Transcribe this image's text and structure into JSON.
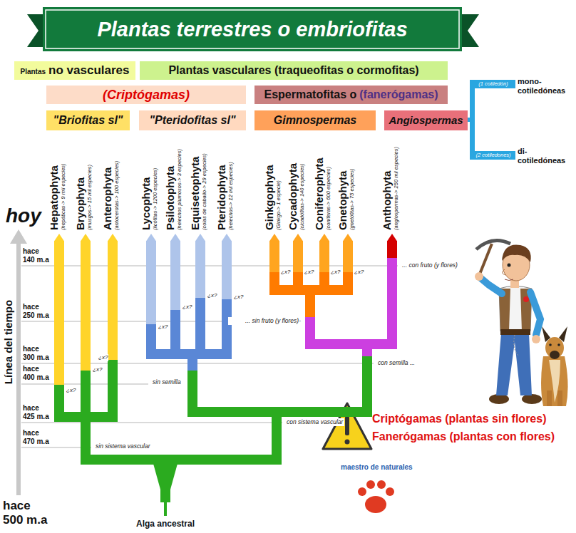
{
  "diagram": {
    "title": "Plantas terrestres o embriofitas",
    "nodes": [
      {
        "text": [
          "Plantas",
          "no vasculares"
        ]
      },
      {
        "text": [
          "Plantas vasculares (traqueofitas o cormofitas)"
        ]
      },
      {
        "text": [
          "(Criptógamas)"
        ]
      },
      {
        "text": [
          "Espermatofitas o",
          "(fanerógamas)"
        ]
      },
      {
        "text": [
          "\"Briofitas sl\""
        ]
      },
      {
        "text": [
          "\"Pteridofitas sl\""
        ]
      },
      {
        "text": [
          "Gimnospermas"
        ]
      },
      {
        "text": [
          "Angiospermas"
        ]
      },
      {
        "text": [
          "Hepatophyta",
          "(hepáticas-> 9 mil especies)"
        ]
      },
      {
        "text": [
          "Bryophyta",
          "(musgos-> 15 mil especies)"
        ]
      },
      {
        "text": [
          "Anterophyta",
          "(antocerotas-> 100 especies)"
        ]
      },
      {
        "text": [
          "Lycophyta",
          "(licófitas-> 1200 especies)"
        ]
      },
      {
        "text": [
          "Psilotophyta",
          "(helechos plumosos-> 3 especies)"
        ]
      },
      {
        "text": [
          "Equisetophyta",
          "(colas de caballo-> 29 especies)"
        ]
      },
      {
        "text": [
          "Pteridophyta",
          "(helechos-> 12 mil especies)"
        ]
      },
      {
        "text": [
          "Ginkgophyta",
          "(Ginkgo-> 1 especie)"
        ]
      },
      {
        "text": [
          "Cycadophyta",
          "(cicadófitas-> 140 especies)"
        ]
      },
      {
        "text": [
          "Coniferophyta",
          "(coníferas-> 600 especies)"
        ]
      },
      {
        "text": [
          "Gnetophyta",
          "(gnetófitas-> 75 especies)"
        ]
      },
      {
        "text": [
          "Anthophyta",
          "(angiospermas-> 250 mil especies)"
        ]
      },
      {
        "text": [
          "Alga ancestral"
        ]
      }
    ],
    "edges": [
      {
        "from": 20,
        "to": 8,
        "arrow": "to"
      },
      {
        "from": 20,
        "to": 9,
        "arrow": "to"
      },
      {
        "from": 20,
        "to": 10,
        "arrow": "to"
      },
      {
        "from": 20,
        "to": 11,
        "arrow": "to"
      },
      {
        "from": 20,
        "to": 12,
        "arrow": "to"
      },
      {
        "from": 20,
        "to": 13,
        "arrow": "to"
      },
      {
        "from": 20,
        "to": 14,
        "arrow": "to"
      },
      {
        "from": 20,
        "to": 15,
        "arrow": "to"
      },
      {
        "from": 20,
        "to": 16,
        "arrow": "to"
      },
      {
        "from": 20,
        "to": 17,
        "arrow": "to"
      },
      {
        "from": 20,
        "to": 18,
        "arrow": "to"
      },
      {
        "from": 20,
        "to": 19,
        "arrow": "to"
      }
    ],
    "labels": [
      "hoy",
      "hace 140 m.a",
      "hace 250 m.a",
      "hace 300 m.a",
      "hace 400 m.a",
      "hace 425 m.a",
      "hace 470 m.a",
      "hace 500 m.a",
      "Línea del tiempo",
      "(1 cotiledón)",
      "mono- cotiledóneas",
      "(2 cotiledones)",
      "di- cotiledóneas",
      "... con fruto (y flores)",
      "... sin fruto (y flores)-",
      "con semilla ...",
      "sin semilla",
      "con sistema vascular",
      "sin sistema vascular",
      "¿x?",
      "¿x?",
      "¿x?",
      "¿x?",
      "¿x?",
      "¿x?",
      "¿x?",
      "¿x?",
      "¿x?",
      "¿x?",
      "¿x?",
      "Criptógamas (plantas sin flores)",
      "Fanerógamas (plantas con flores)",
      "maestro de naturales"
    ]
  }
}
